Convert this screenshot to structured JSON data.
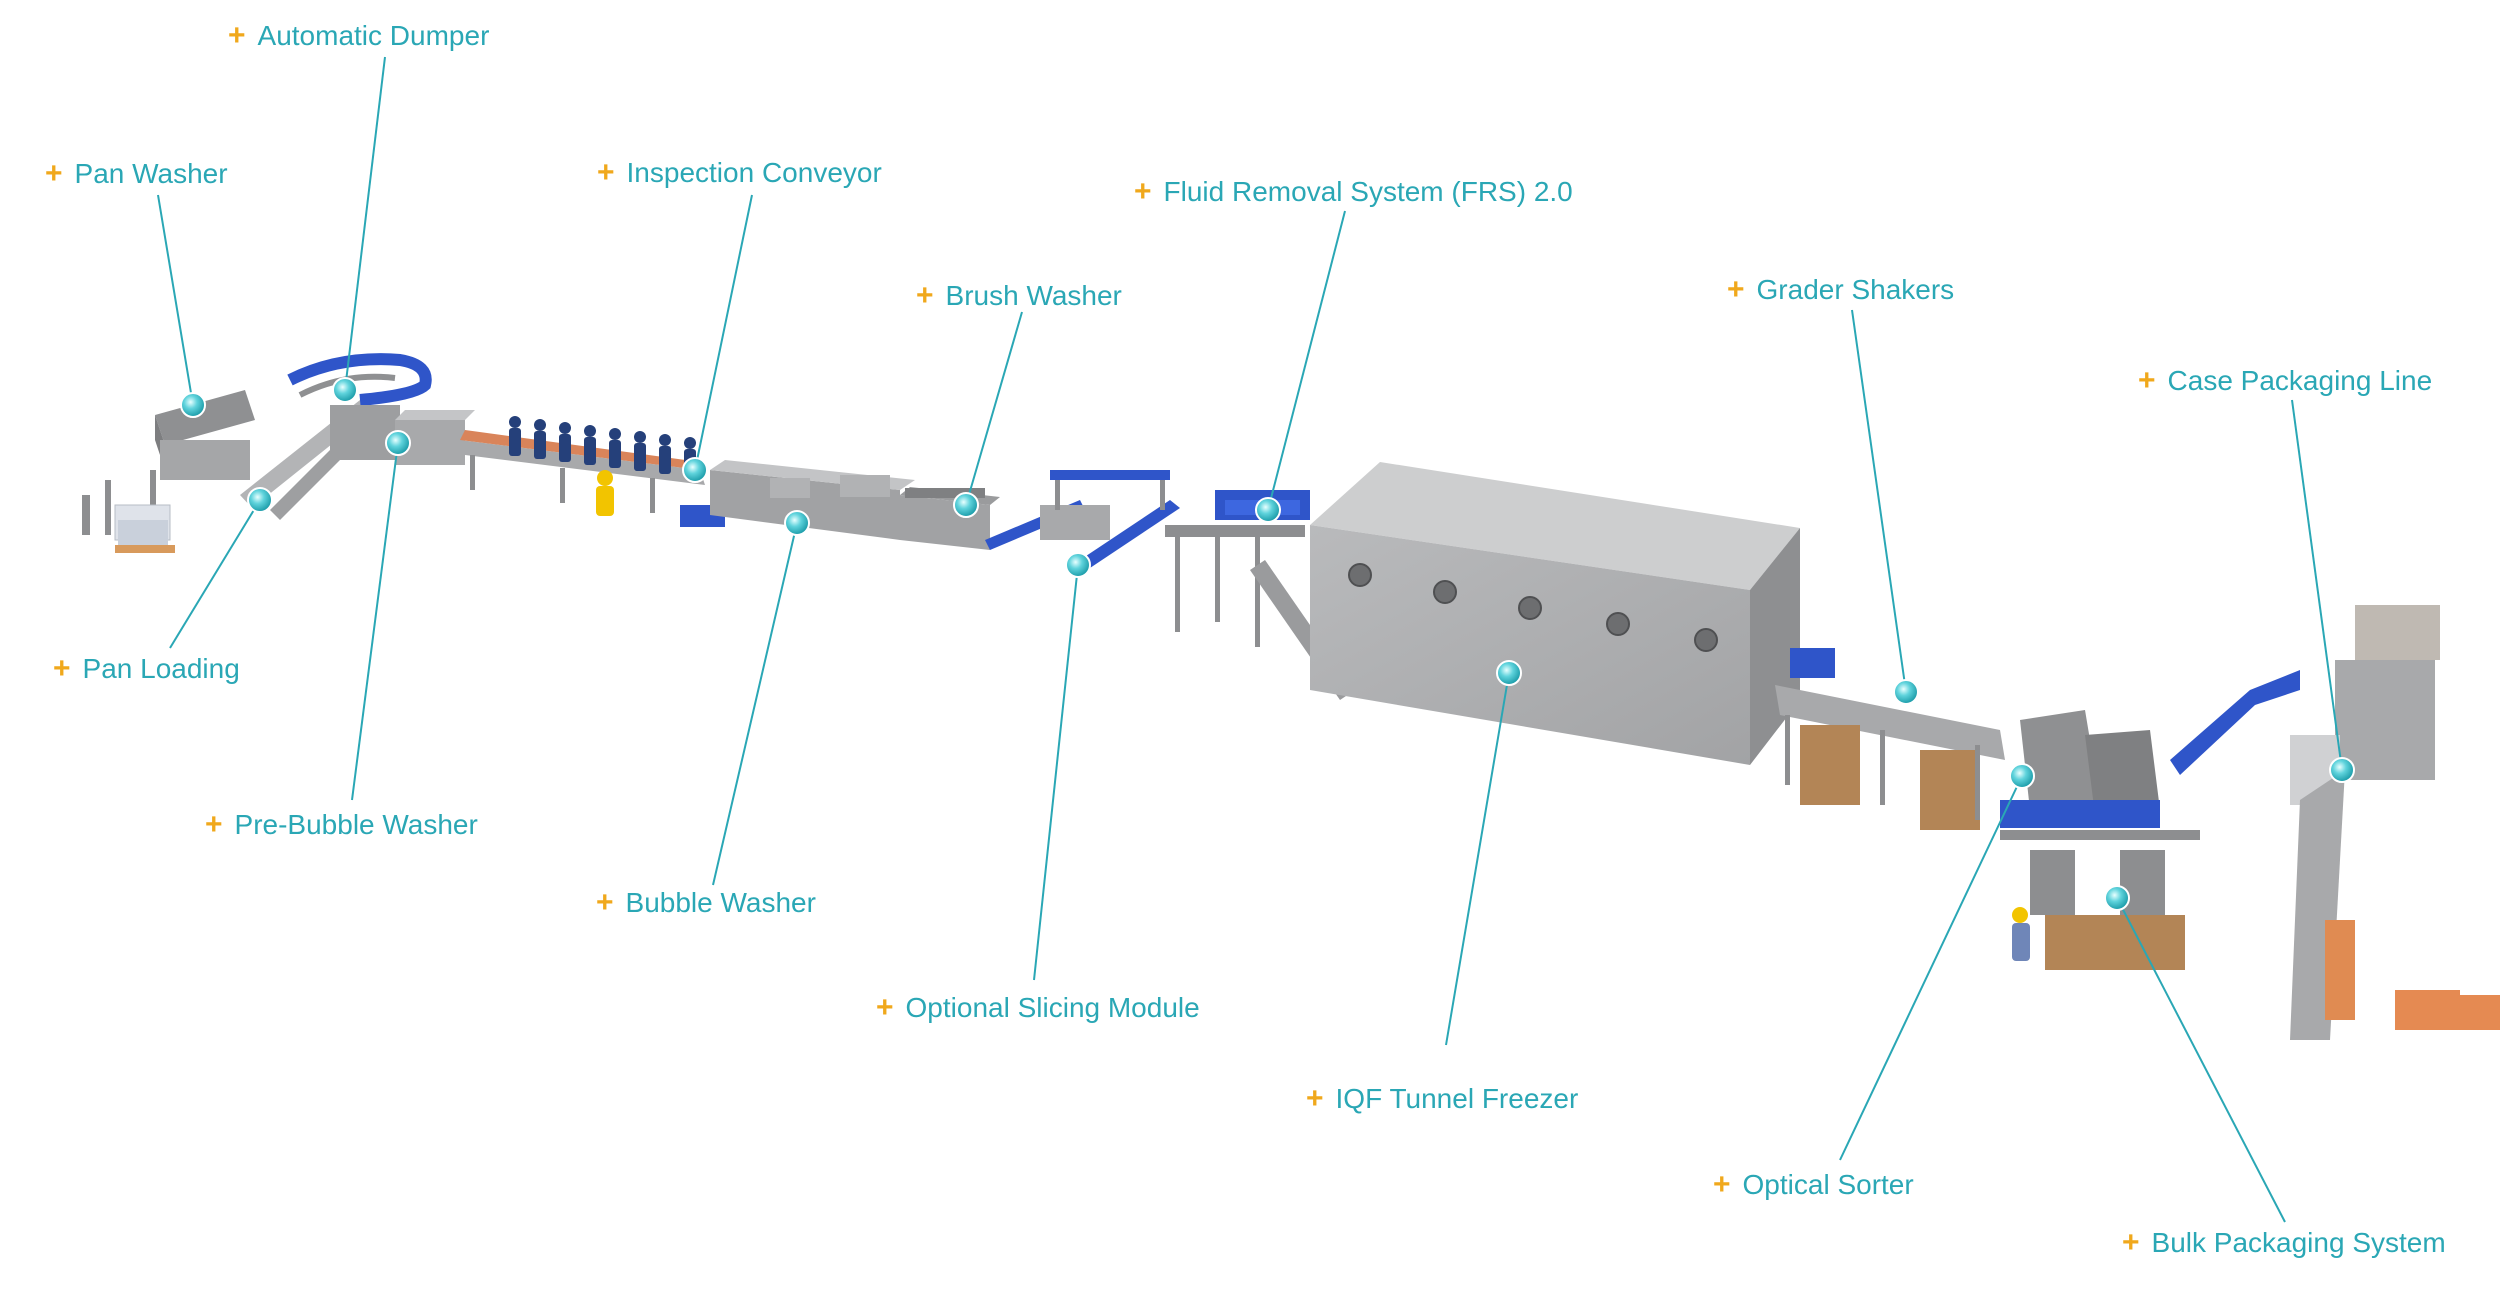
{
  "colors": {
    "label_text": "#2aa7b5",
    "plus_sign": "#f0a81c",
    "leader_line": "#2aa7b5",
    "hotspot": "#3cc3cf",
    "conveyor_blue": "#2f55c9",
    "machine_steel": "#a8a9ab",
    "freezer_body": "#b3b4b6"
  },
  "plus_symbol": "+",
  "hotspots": [
    {
      "id": "pan-washer",
      "label": "Pan Washer"
    },
    {
      "id": "automatic-dumper",
      "label": "Automatic Dumper"
    },
    {
      "id": "pan-loading",
      "label": "Pan Loading"
    },
    {
      "id": "pre-bubble-washer",
      "label": "Pre-Bubble Washer"
    },
    {
      "id": "inspection-conveyor",
      "label": "Inspection Conveyor"
    },
    {
      "id": "bubble-washer",
      "label": "Bubble Washer"
    },
    {
      "id": "brush-washer",
      "label": "Brush Washer"
    },
    {
      "id": "optional-slicing-module",
      "label": "Optional Slicing Module"
    },
    {
      "id": "fluid-removal-system",
      "label": "Fluid Removal System (FRS) 2.0"
    },
    {
      "id": "iqf-tunnel-freezer",
      "label": "IQF Tunnel Freezer"
    },
    {
      "id": "grader-shakers",
      "label": "Grader Shakers"
    },
    {
      "id": "optical-sorter",
      "label": "Optical Sorter"
    },
    {
      "id": "bulk-packaging-system",
      "label": "Bulk Packaging System"
    },
    {
      "id": "case-packaging-line",
      "label": "Case Packaging Line"
    }
  ]
}
